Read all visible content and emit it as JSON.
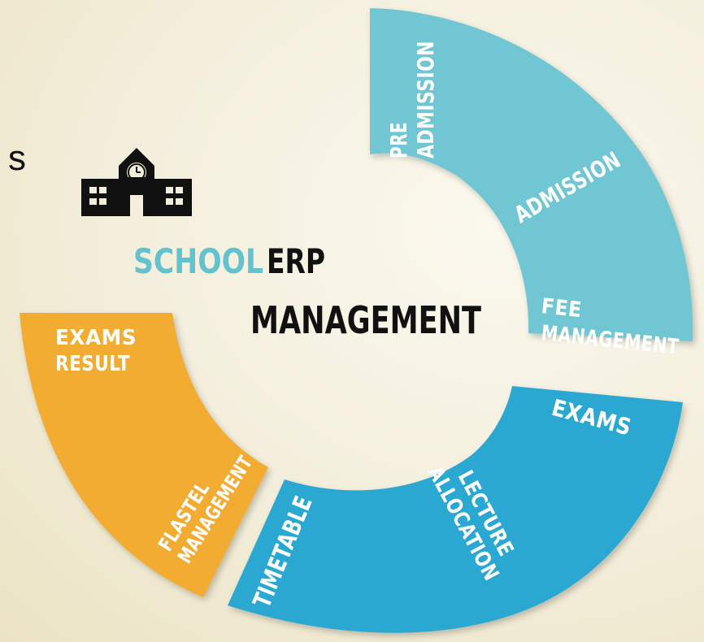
{
  "stray_text": "s",
  "colors": {
    "light_blue": "#6fc7d3",
    "mid_blue": "#2aa8d2",
    "orange": "#f2ac33",
    "title_school": "#62c2ce",
    "title_dark": "#111111"
  },
  "icon": "school-building-icon",
  "title": {
    "school": "SCHOOL",
    "erp": "ERP",
    "management": "MANAGEMENT"
  },
  "segments": {
    "pre_admission": [
      "PRE",
      "ADMISSION"
    ],
    "admission": "ADMISSION",
    "fee_management": [
      "FEE",
      "MANAGEMENT"
    ],
    "exams": "EXAMS",
    "lecture_allocation": [
      "LECTURE",
      "ALLOCATION"
    ],
    "time_table": "TIMETABLE",
    "flastel_management": [
      "FLASTEL",
      "MANAGEMENT"
    ],
    "exams_result": [
      "EXAMS",
      "RESULT"
    ]
  }
}
